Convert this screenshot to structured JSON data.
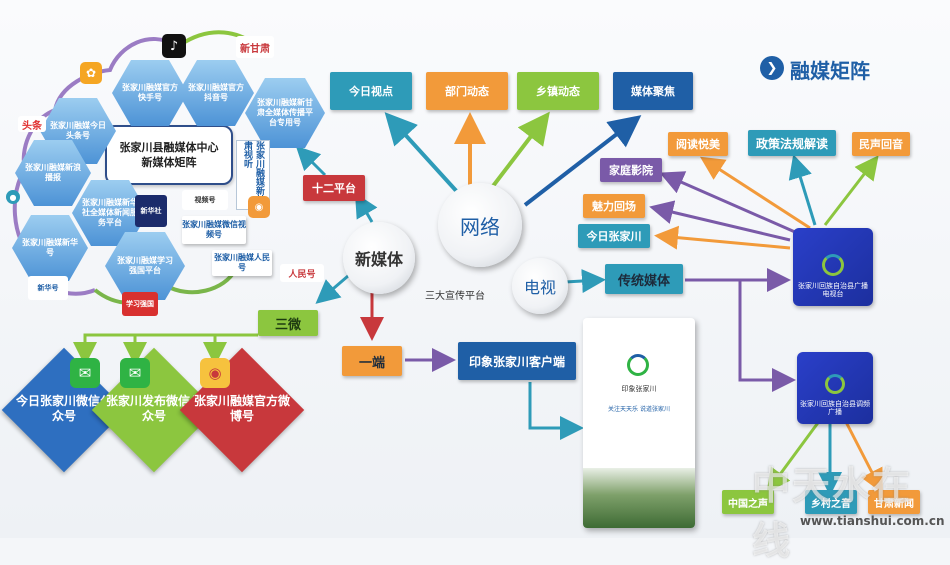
{
  "title": "融媒矩阵",
  "center_title": "张家川县融媒体中心新媒体矩阵",
  "hub": {
    "new_media": "新媒体",
    "network": "网络",
    "tv": "电视",
    "three_platforms": "三大宣传平台"
  },
  "branches": {
    "twelve": "十二平台",
    "three_wei": "三微",
    "one_end": "一端",
    "traditional": "传统媒体",
    "app": "印象张家川客户端"
  },
  "network_items": [
    "今日视点",
    "部门动态",
    "乡镇动态",
    "媒体聚焦"
  ],
  "hex_accounts": [
    "张家川融媒今日头条号",
    "张家川融媒官方快手号",
    "张家川融媒官方抖音号",
    "张家川融媒新甘肃全媒体传播平台专用号",
    "张家川融媒新浪播报",
    "张家川融媒新华社全媒体新闻服务平台",
    "张家川融媒新华号",
    "张家川融媒学习强国平台"
  ],
  "side_labels": {
    "xingansu": "张家川融媒新甘肃视听",
    "wechat_video": "张家川融媒微信视频号",
    "renmin": "张家川融媒人民号"
  },
  "logos": {
    "toutiao": "头条",
    "xingansu": "新甘肃",
    "video": "视频号",
    "xinhua": "新华社",
    "renmin": "人民号",
    "qiangguo": "学习强国",
    "xinhuahao": "新华号"
  },
  "diamonds": [
    "今日张家川微信公众号",
    "张家川发布微信公众号",
    "张家川融媒官方微博号"
  ],
  "tv_programs": [
    "阅读悦美",
    "政策法规解读",
    "民声回音",
    "家庭影院",
    "魅力回场",
    "今日张家川"
  ],
  "radio_programs": [
    "中国之声",
    "乡村之音",
    "甘肃新闻"
  ],
  "tv_station": "张家川回族自治县广播电视台",
  "radio_station": "张家川回族自治县调频广播",
  "app_screen": {
    "name": "印象张家川",
    "slogan": "关注天天乐 说道张家川"
  },
  "watermark": {
    "cn": "中天水在线",
    "url": "www.tianshui.com.cn"
  },
  "colors": {
    "teal": "#2e9bb8",
    "orange": "#f29a3a",
    "green": "#8cc63f",
    "blue": "#1f5fa6",
    "red": "#c8383c",
    "purple": "#7a5aa8",
    "dark_blue": "#2f4e8a"
  }
}
